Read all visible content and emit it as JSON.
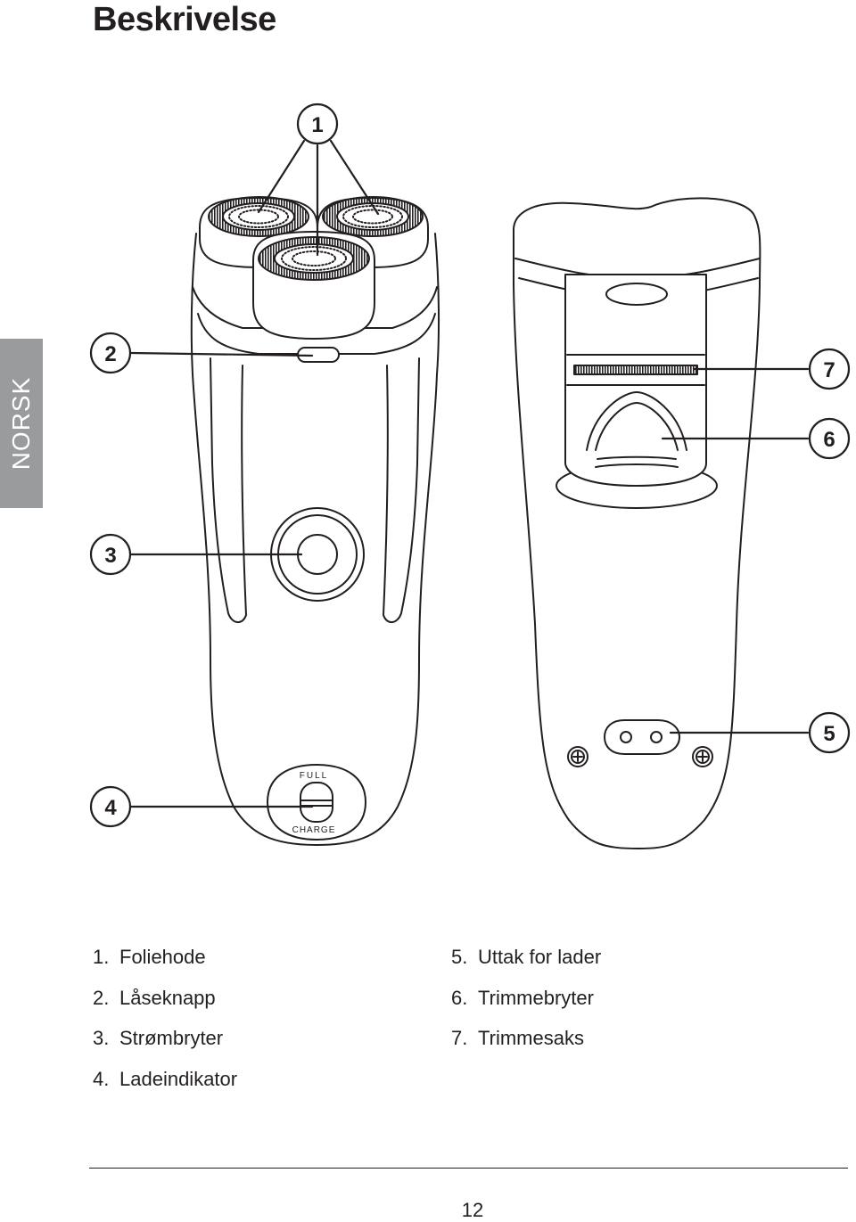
{
  "page": {
    "title": "Beskrivelse",
    "side_tab": "NORSK",
    "page_number": "12"
  },
  "diagram": {
    "switch_label_top": "FULL",
    "switch_label_bottom": "CHARGE",
    "callouts": [
      "1",
      "2",
      "3",
      "4",
      "5",
      "6",
      "7"
    ]
  },
  "legend": {
    "column1": [
      {
        "num": "1.",
        "text": "Foliehode"
      },
      {
        "num": "2.",
        "text": "Låseknapp"
      },
      {
        "num": "3.",
        "text": "Strømbryter"
      },
      {
        "num": "4.",
        "text": "Ladeindikator"
      }
    ],
    "column2": [
      {
        "num": "5.",
        "text": "Uttak for lader"
      },
      {
        "num": "6.",
        "text": "Trimmebryter"
      },
      {
        "num": "7.",
        "text": "Trimmesaks"
      }
    ]
  },
  "colors": {
    "ink": "#231f20",
    "side_tab": "#9a9b9d"
  }
}
